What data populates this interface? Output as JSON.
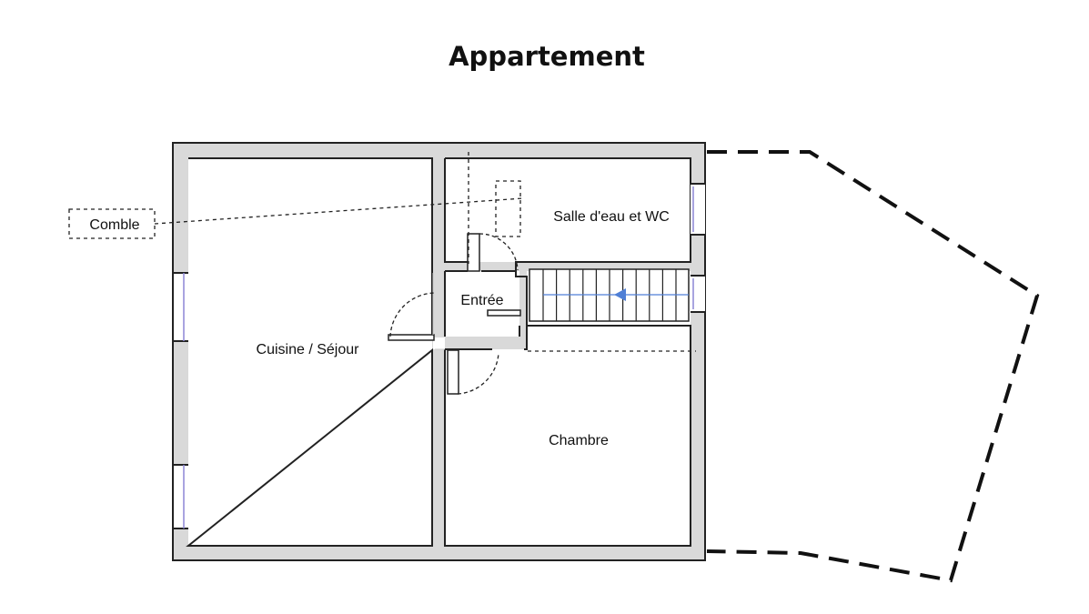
{
  "title": "Appartement",
  "rooms": {
    "sejour": "Cuisine / Séjour",
    "salle_eau": "Salle d'eau et WC",
    "entree": "Entrée",
    "chambre": "Chambre"
  },
  "comble_label": "Comble",
  "colors": {
    "wall_fill": "#d9d9d9",
    "wall_stroke": "#222222",
    "window": "#8c86d6",
    "stair_arrow": "#4f7fd6"
  }
}
